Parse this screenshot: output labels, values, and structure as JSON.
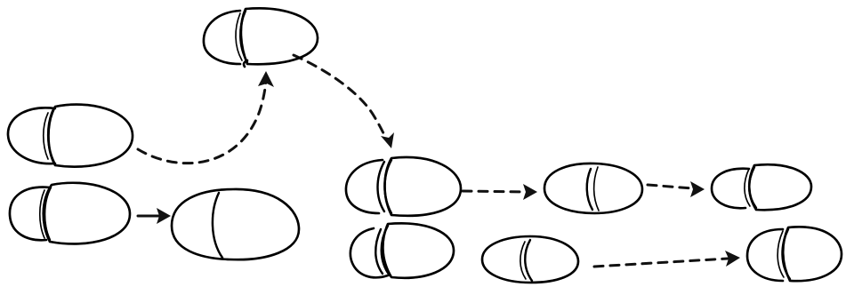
{
  "colors": {
    "outline": "#111111",
    "light_fill": "#e2e2e2",
    "medium_fill": "#c9c9c9",
    "dark_fill": "#8f8f8f"
  },
  "cells": [
    {
      "id": "left-upper",
      "shade": "light"
    },
    {
      "id": "left-lower",
      "shade": "light"
    },
    {
      "id": "center-result",
      "shade": "medium"
    },
    {
      "id": "top-split",
      "shade": "light"
    },
    {
      "id": "mid-dark-upper",
      "shade": "dark"
    },
    {
      "id": "mid-dark-lower",
      "shade": "dark"
    },
    {
      "id": "right-light-1",
      "shade": "light"
    },
    {
      "id": "right-light-2",
      "shade": "light"
    },
    {
      "id": "mid-dark-small",
      "shade": "dark"
    },
    {
      "id": "right-dark",
      "shade": "dark"
    }
  ],
  "arrows": [
    {
      "from": "left-upper",
      "to": "top-split",
      "style": "dashed"
    },
    {
      "from": "top-split",
      "to": "mid-dark-upper",
      "style": "dashed"
    },
    {
      "from": "left-lower",
      "to": "center-result",
      "style": "solid"
    },
    {
      "from": "mid-dark-upper",
      "to": "right-light-1",
      "style": "dashed"
    },
    {
      "from": "right-light-1",
      "to": "right-light-2",
      "style": "dashed"
    },
    {
      "from": "mid-dark-small",
      "to": "right-dark",
      "style": "dashed"
    }
  ]
}
